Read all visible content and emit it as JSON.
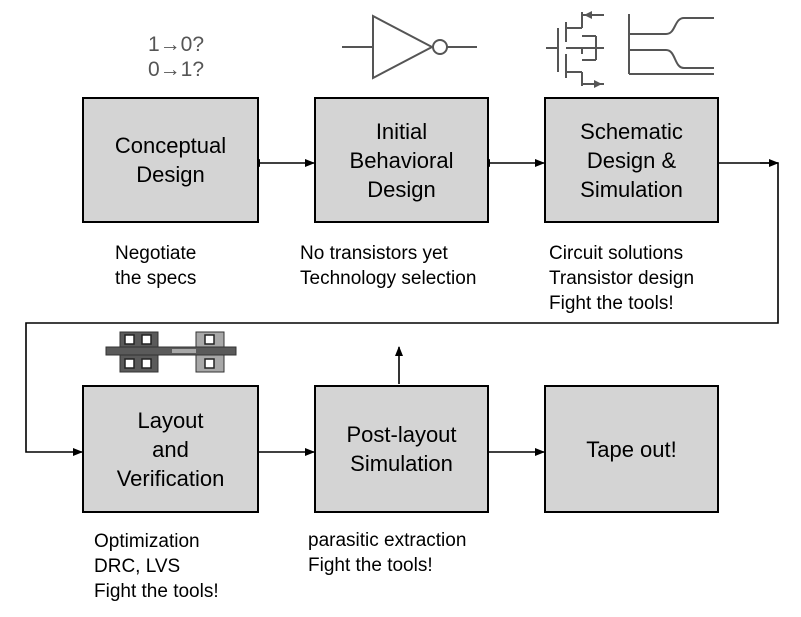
{
  "steps": [
    {
      "id": "conceptual",
      "lines": [
        "Conceptual",
        "Design"
      ],
      "notes": [
        "Negotiate",
        "the specs"
      ]
    },
    {
      "id": "behavioral",
      "lines": [
        "Initial",
        "Behavioral",
        "Design"
      ],
      "notes": [
        "No transistors yet",
        "Technology selection"
      ]
    },
    {
      "id": "schematic",
      "lines": [
        "Schematic",
        "Design &",
        "Simulation"
      ],
      "notes": [
        "Circuit solutions",
        "Transistor design",
        "Fight the tools!"
      ]
    },
    {
      "id": "layout",
      "lines": [
        "Layout",
        "and",
        "Verification"
      ],
      "notes": [
        "Optimization",
        "DRC, LVS",
        "Fight the tools!"
      ]
    },
    {
      "id": "postlayout",
      "lines": [
        "Post-layout",
        "Simulation"
      ],
      "notes": [
        "parasitic extraction",
        "Fight the tools!"
      ]
    },
    {
      "id": "tapeout",
      "lines": [
        "Tape out!"
      ],
      "notes": []
    }
  ],
  "transitions": [
    "1→0?",
    "0→1?"
  ],
  "icons": [
    "inverter-icon",
    "transistor-schematic-icon",
    "waveform-icon",
    "layout-cells-icon"
  ],
  "colors": {
    "box_fill": "#d4d4d4",
    "cell_dark": "#5a5a5a",
    "cell_light": "#a8a8a8"
  }
}
